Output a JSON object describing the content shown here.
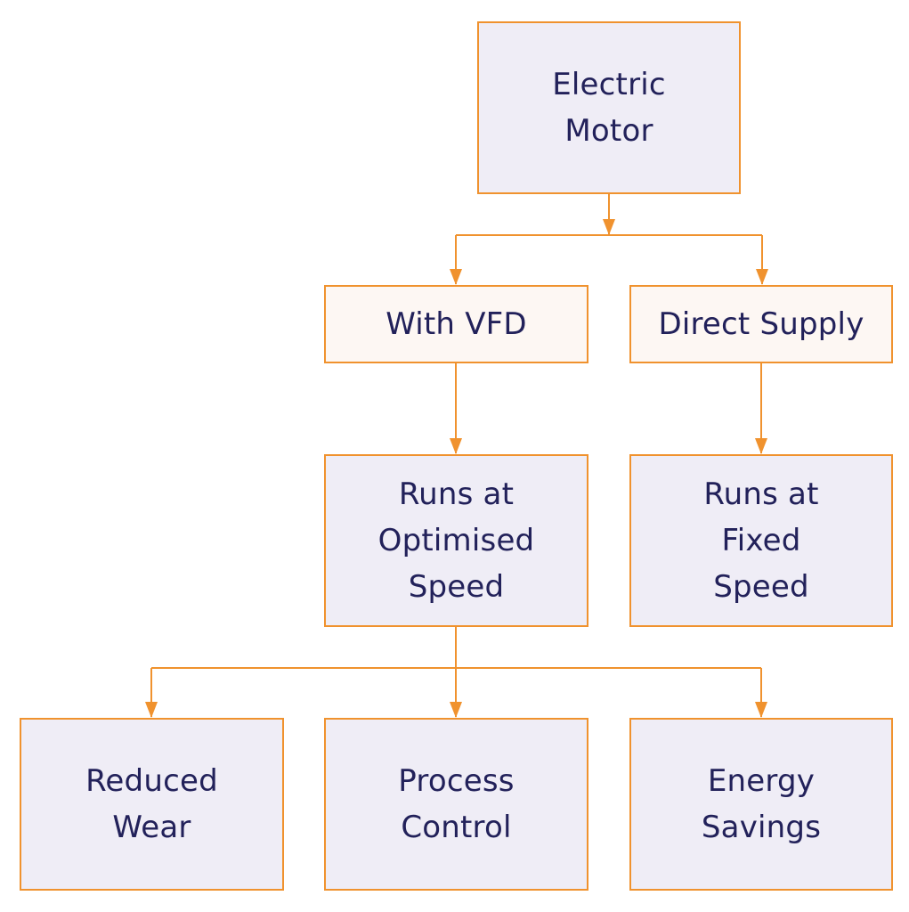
{
  "colors": {
    "connector": "#f0922e",
    "box_border": "#f0922e",
    "box_fill_primary": "#efedf6",
    "box_fill_secondary": "#fdf7f3",
    "text": "#22215a"
  },
  "nodes": {
    "electric_motor": "Electric\nMotor",
    "with_vfd": "With VFD",
    "direct_supply": "Direct Supply",
    "optimised_speed": "Runs at\nOptimised\nSpeed",
    "fixed_speed": "Runs at\nFixed\nSpeed",
    "reduced_wear": "Reduced\nWear",
    "process_control": "Process\nControl",
    "energy_savings": "Energy\nSavings"
  },
  "edges": [
    {
      "from": "electric_motor",
      "to": "with_vfd"
    },
    {
      "from": "electric_motor",
      "to": "direct_supply"
    },
    {
      "from": "with_vfd",
      "to": "optimised_speed"
    },
    {
      "from": "direct_supply",
      "to": "fixed_speed"
    },
    {
      "from": "optimised_speed",
      "to": "reduced_wear"
    },
    {
      "from": "optimised_speed",
      "to": "process_control"
    },
    {
      "from": "optimised_speed",
      "to": "energy_savings"
    }
  ]
}
